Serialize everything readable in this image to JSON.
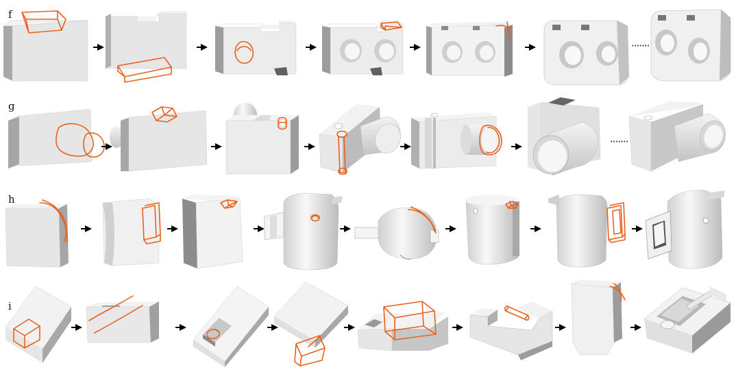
{
  "rows": [
    {
      "label": "f"
    },
    {
      "label": "g"
    },
    {
      "label": "h"
    },
    {
      "label": "i"
    }
  ],
  "colors": {
    "face_top": "#f4f4f4",
    "face_front": "#e6e6e6",
    "face_side": "#a8a8a8",
    "sketch": "#e8601c",
    "arrow": "#000000"
  }
}
